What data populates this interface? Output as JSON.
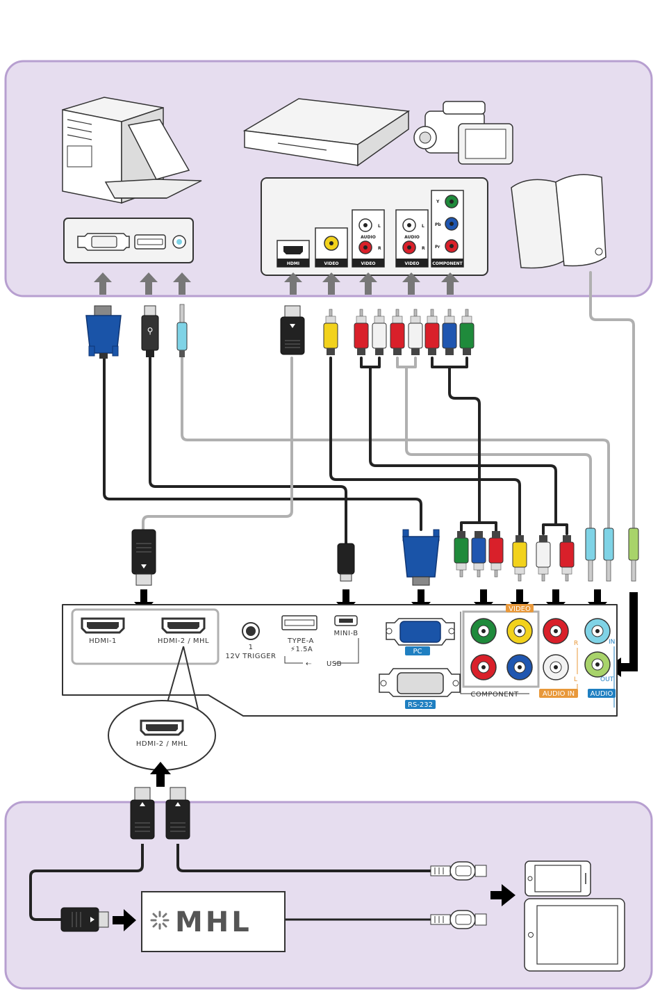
{
  "colors": {
    "panel_fill": "#e6ddef",
    "panel_stroke": "#b79fd0",
    "cable_black": "#222222",
    "cable_gray": "#b0b0b0",
    "arrow": "#000000",
    "vga_blue": "#1a54a8",
    "rca_yellow": "#f2d21c",
    "rca_red": "#d9202a",
    "rca_white": "#f2f2f2",
    "rca_green": "#1f8a3b",
    "rca_blue": "#1f56b0",
    "jack_cyan": "#7fd3e6",
    "jack_green": "#a8d36a",
    "label_blue": "#1f7fc1",
    "label_orange": "#e8983a"
  },
  "av_panel": {
    "hdmi": "HDMI",
    "video1": "VIDEO",
    "audio_video": "VIDEO",
    "audio_top": "AUDIO",
    "video2": "VIDEO",
    "audio2_top": "AUDIO",
    "component": "COMPONENT",
    "y": "Y",
    "pb": "Pb",
    "pr": "Pr",
    "l": "L",
    "r": "R"
  },
  "projector": {
    "hdmi1": "HDMI-1",
    "hdmi2": "HDMI-2 / MHL",
    "trigger_num": "1",
    "trigger": "12V TRIGGER",
    "type_a": "TYPE-A",
    "amps": "⚡1.5A",
    "usb": "USB",
    "mini_b": "MINI-B",
    "pc": "PC",
    "rs232": "RS-232",
    "video_tag": "VIDEO",
    "component": "COMPONENT",
    "r": "R",
    "l": "L",
    "audio_in": "AUDIO IN",
    "in": "IN",
    "out": "OUT",
    "audio": "AUDIO"
  },
  "zoom": {
    "hdmi2": "HDMI-2 / MHL"
  },
  "mhl": {
    "logo": "MHL"
  }
}
